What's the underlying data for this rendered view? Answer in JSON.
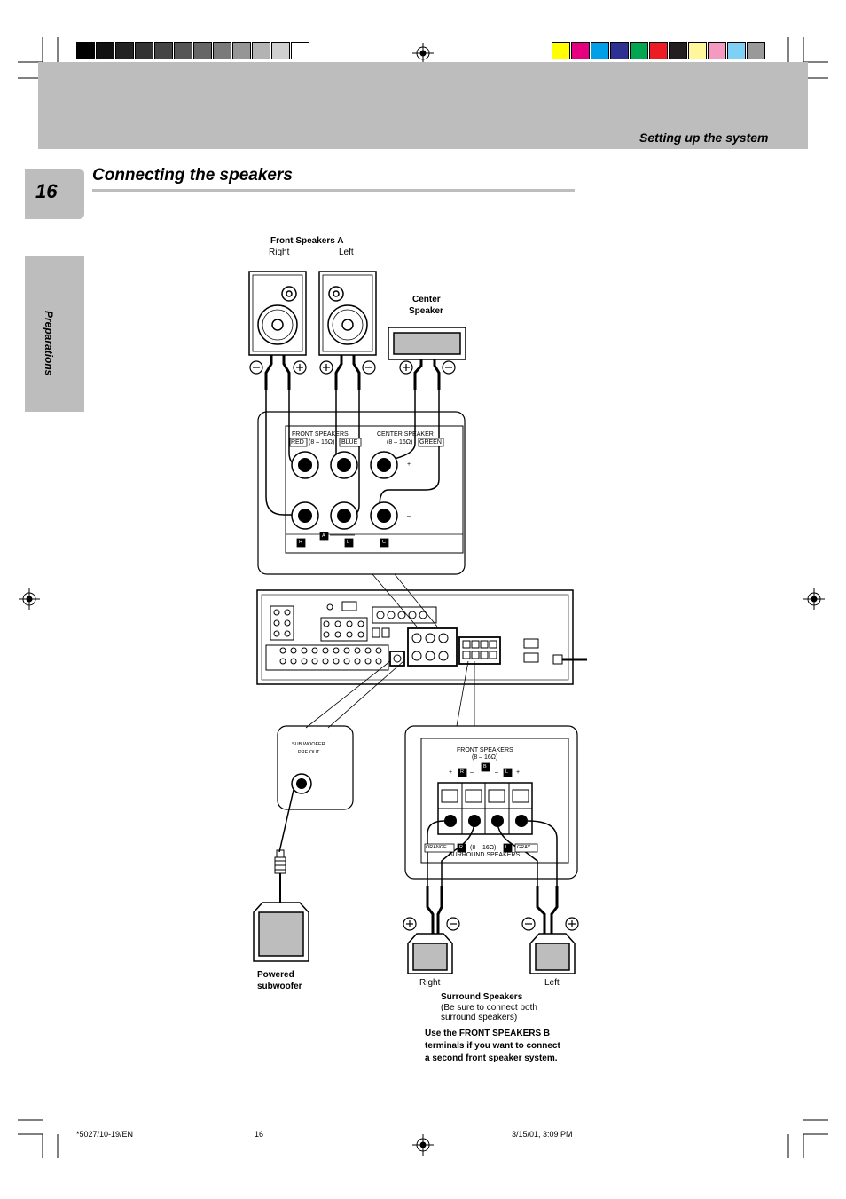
{
  "header": {
    "section_title": "Setting up the system",
    "page_number": "16",
    "title": "Connecting the speakers",
    "side_tab": "Preparations"
  },
  "colors": {
    "gray_band": "#bdbdbd",
    "grayscale_bar": [
      "#000000",
      "#111111",
      "#222222",
      "#333333",
      "#444444",
      "#555555",
      "#666666",
      "#7a7a7a",
      "#969696",
      "#b3b3b3",
      "#d0d0d0",
      "#ffffff"
    ],
    "color_bar": [
      "#ffff00",
      "#e60080",
      "#00a0e9",
      "#2e3192",
      "#00a650",
      "#ed1c24",
      "#231f20",
      "#fff799",
      "#f49ac1",
      "#7fd0f5",
      "#999999"
    ]
  },
  "diagram": {
    "front_speakers_a": {
      "title": "Front Speakers A",
      "right": "Right",
      "left": "Left"
    },
    "center_speaker": {
      "line1": "Center",
      "line2": "Speaker"
    },
    "terminal_panel_top": {
      "front_label": "FRONT SPEAKERS",
      "center_label": "CENTER SPEAKER",
      "impedance": "(8 – 16Ω)",
      "red": "RED",
      "blue": "BLUE",
      "green": "GREEN",
      "plus": "+",
      "minus": "–",
      "r": "R",
      "a": "A",
      "l": "L",
      "c": "C"
    },
    "subwoofer_panel": {
      "line1": "SUB WOOFER",
      "line2": "PRE OUT"
    },
    "terminal_panel_bottom": {
      "front_label": "FRONT SPEAKERS",
      "impedance": "(8 – 16Ω)",
      "b": "B",
      "r": "R",
      "l": "L",
      "plus": "+",
      "minus": "–",
      "orange": "ORANGE",
      "gray": "GRAY",
      "surround_label": "SURROUND SPEAKERS"
    },
    "powered_subwoofer": {
      "line1": "Powered",
      "line2": "subwoofer"
    },
    "surround": {
      "right": "Right",
      "left": "Left",
      "title": "Surround Speakers",
      "note1": "(Be sure to connect both",
      "note2": "surround speakers)"
    },
    "instruction": {
      "line1": "Use the FRONT SPEAKERS B",
      "line2": "terminals if you want to connect",
      "line3": "a second front speaker system."
    }
  },
  "footer": {
    "left": "*5027/10-19/EN",
    "center": "16",
    "right": "3/15/01, 3:09 PM"
  }
}
